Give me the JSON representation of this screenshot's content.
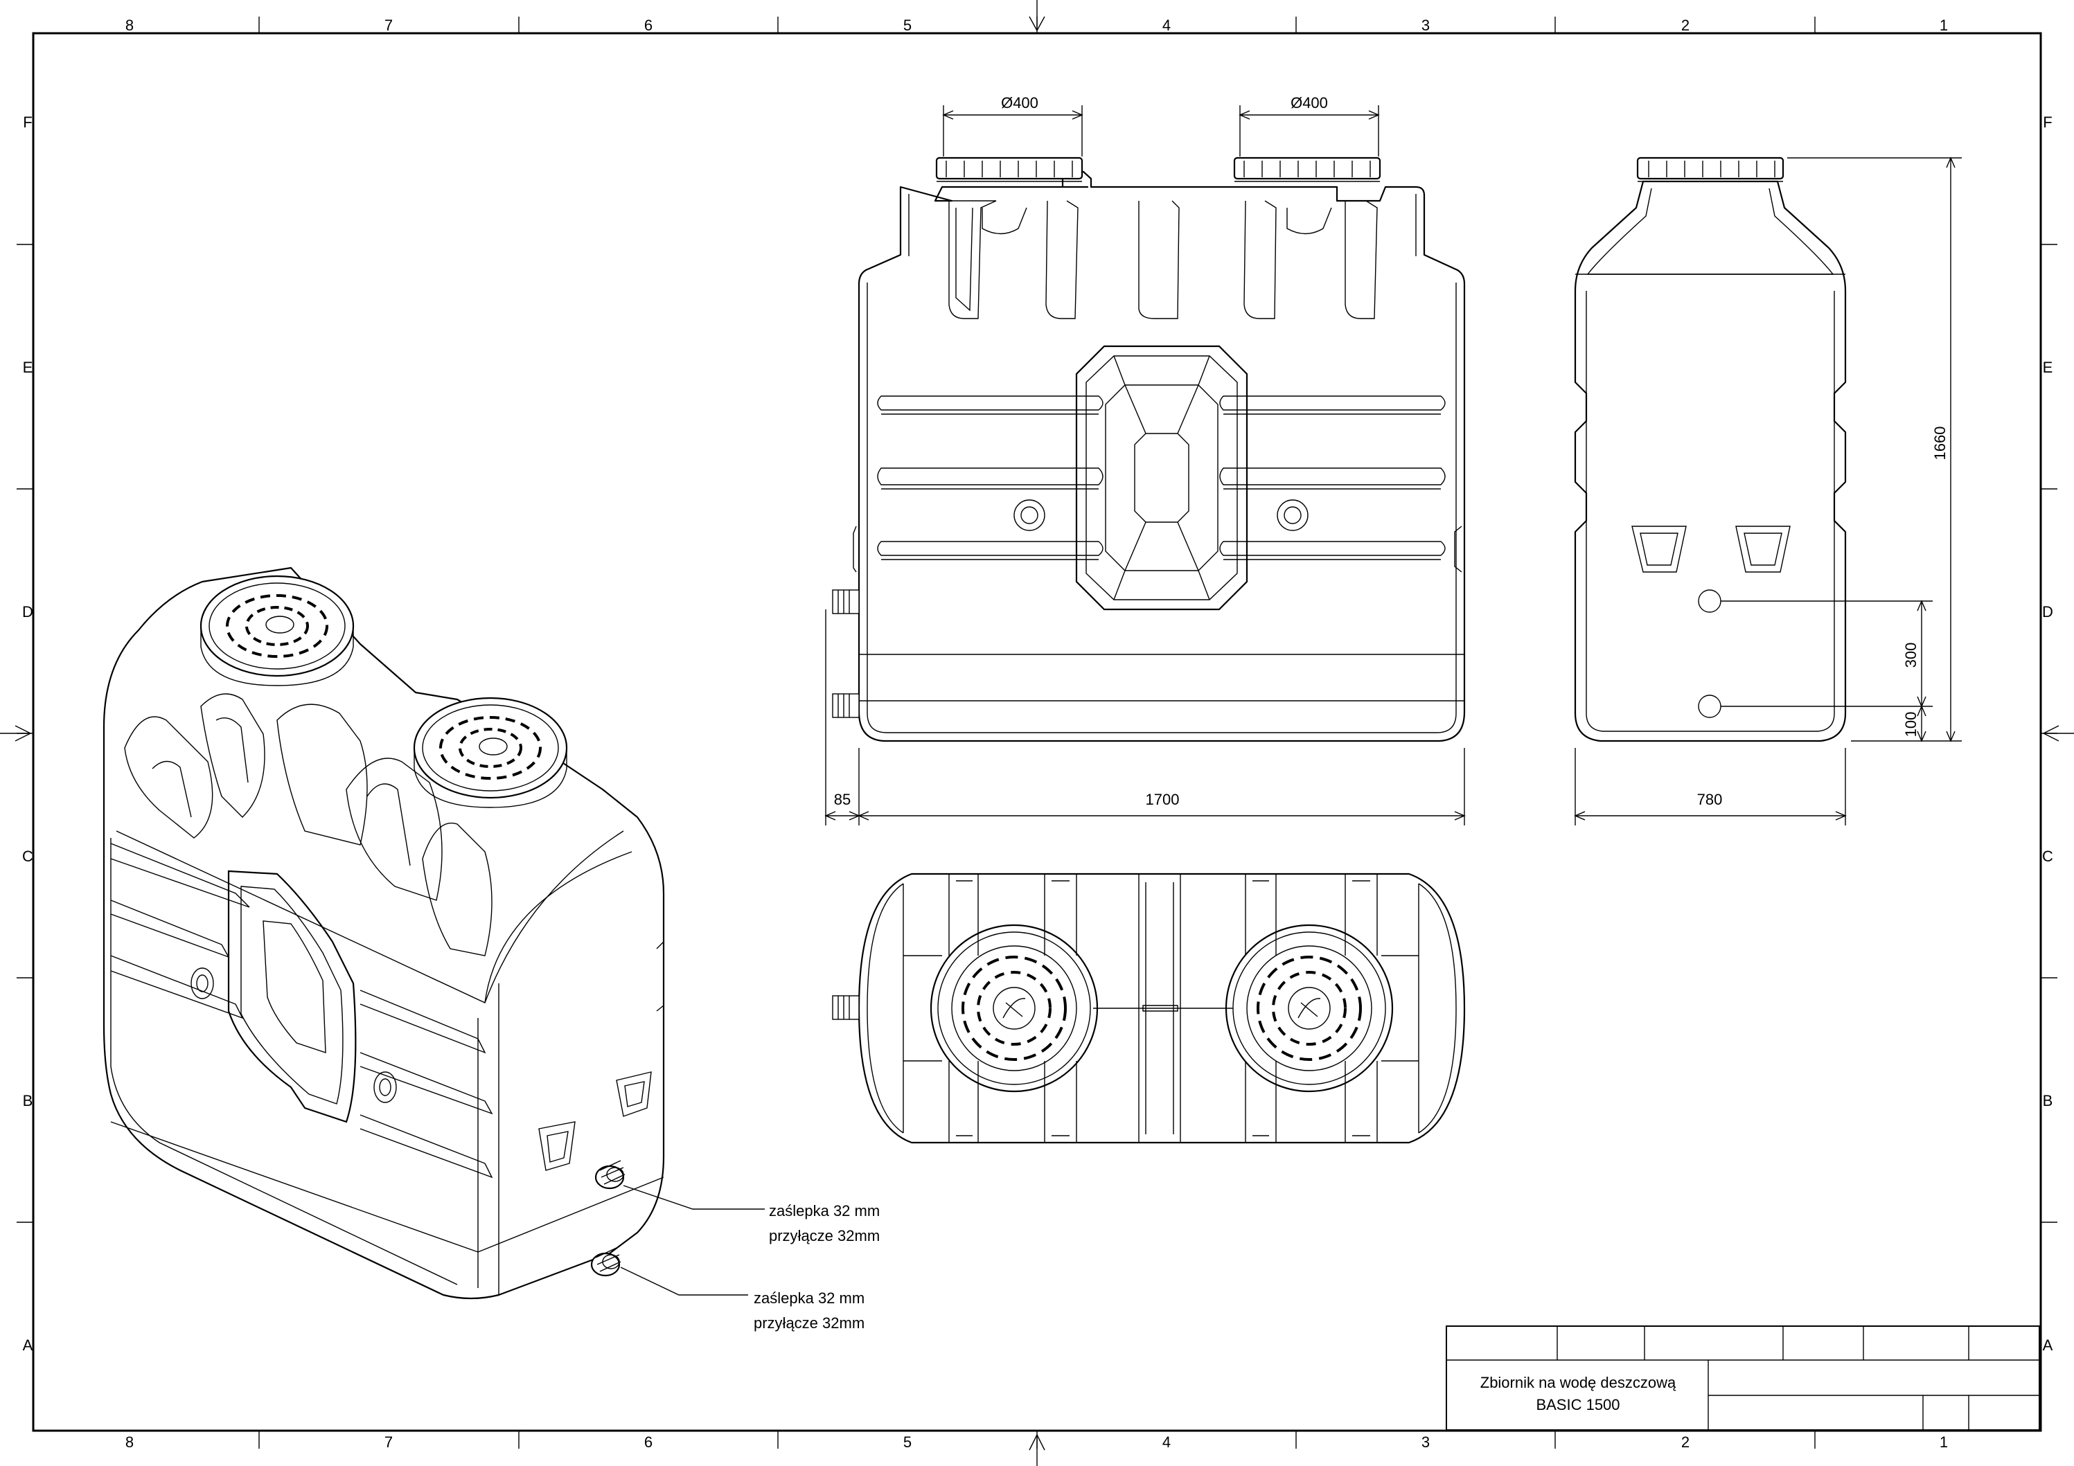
{
  "frame": {
    "columns": [
      "8",
      "7",
      "6",
      "5",
      "4",
      "3",
      "2",
      "1"
    ],
    "rows": [
      "F",
      "E",
      "D",
      "C",
      "B",
      "A"
    ]
  },
  "dimensions": {
    "lid_left": "Ø400",
    "lid_right": "Ø400",
    "offset": "85",
    "length": "1700",
    "width": "780",
    "height": "1660",
    "outlet_spacing": "300",
    "outlet_bottom": "100"
  },
  "notes": [
    {
      "line1": "zaślepka 32 mm",
      "line2": "przyłącze 32mm"
    },
    {
      "line1": "zaślepka 32 mm",
      "line2": "przyłącze 32mm"
    }
  ],
  "title_block": {
    "title_line1": "Zbiornik na wodę deszczową",
    "title_line2": "BASIC 1500"
  }
}
